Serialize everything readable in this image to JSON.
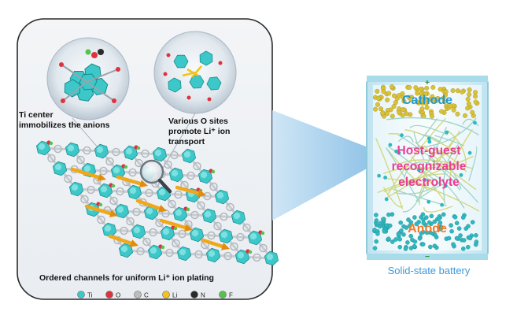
{
  "labels": {
    "ti_center_line1": "Ti  center",
    "ti_center_line2": "immobilizes the anions",
    "o_sites_line1": "Various O sites",
    "o_sites_line2": "promote Li⁺ ion",
    "o_sites_line3": "transport",
    "channels": "Ordered channels for uniform Li⁺ ion plating"
  },
  "battery": {
    "plus_sign": "+",
    "minus_sign": "−",
    "cathode": "Cathode",
    "electrolyte_line1": "Host-guest",
    "electrolyte_line2": "recognizable",
    "electrolyte_line3": "electrolyte",
    "anode": "Anode",
    "caption": "Solid-state battery"
  },
  "legend": {
    "items": [
      {
        "label": "Ti",
        "color": "#3cc8c8"
      },
      {
        "label": "O",
        "color": "#e0313d"
      },
      {
        "label": "C",
        "color": "#bdbdbd"
      },
      {
        "label": "Li",
        "color": "#f2c21a"
      },
      {
        "label": "N",
        "color": "#2b2b2b"
      },
      {
        "label": "F",
        "color": "#55c24a"
      }
    ]
  },
  "colors": {
    "ti": "#3cc8c8",
    "cathode_particles": "#d9c23a",
    "anode_particles": "#2fb8c0",
    "cathode_text": "#1e9ad6",
    "electrolyte_text": "#ec3d94",
    "anode_text": "#f07a2a",
    "caption_text": "#3b9ad9",
    "arrow": "#f0a81a",
    "callout": "#8fc3e6"
  }
}
